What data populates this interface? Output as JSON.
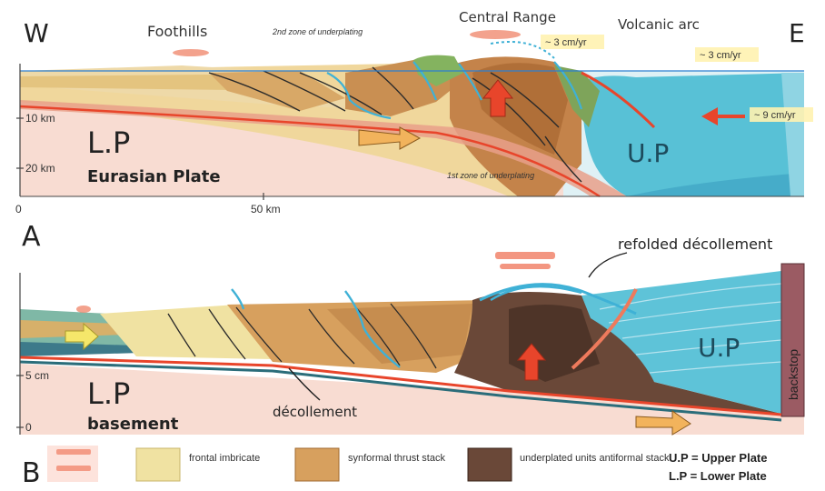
{
  "panel_a": {
    "letter": "A",
    "west": "W",
    "east": "E",
    "foothills": "Foothills",
    "central_range": "Central Range",
    "volcanic_arc": "Volcanic arc",
    "zone2": "2nd zone of underplating",
    "zone1": "1st zone of underplating",
    "rate1": "~ 3 cm/yr",
    "rate2": "~ 3 cm/yr",
    "rate3": "~ 9 cm/yr",
    "depth10": "10 km",
    "depth20": "20 km",
    "lp": "L.P",
    "eurasian": "Eurasian Plate",
    "up": "U.P",
    "dist0": "0",
    "dist50": "50 km"
  },
  "panel_b": {
    "letter": "B",
    "refolded": "refolded décollement",
    "decollement": "décollement",
    "backstop": "backstop",
    "up": "U.P",
    "lp": "L.P",
    "basement": "basement",
    "depth5": "5 cm",
    "depth0": "0"
  },
  "legend": {
    "frontal": "frontal imbricate",
    "synformal": "synformal thrust stack",
    "underplated": "underplated units antiformal stack",
    "upper": "U.P = Upper Plate",
    "lower": "L.P = Lower Plate"
  },
  "colors": {
    "lower_plate": "#f6d9cf",
    "upper_plate": "#5cc4d8",
    "frontal": "#f2e3a4",
    "synformal": "#d9a35f",
    "underplated": "#6b4a3a",
    "fault_blue": "#3fb1d6",
    "red_arrow": "#e8452b",
    "backstop": "#9b5b63"
  }
}
